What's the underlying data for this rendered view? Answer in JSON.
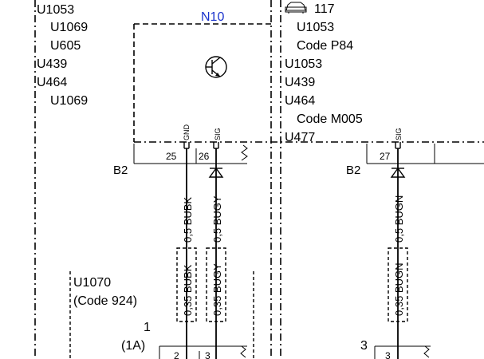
{
  "left_codes": [
    "U1053",
    "U1069",
    "U605",
    "U439",
    "U464",
    "U1069"
  ],
  "component": {
    "name": "N10",
    "name_color": "#1a33cc"
  },
  "right_header": {
    "icon": "car-icon",
    "number": "117"
  },
  "right_codes": [
    "U1053",
    "Code P84",
    "U1053",
    "U439",
    "U464",
    "Code M005",
    "U477"
  ],
  "connectors": {
    "left_connector": "B2",
    "right_connector": "B2",
    "pin_25": "25",
    "pin_26": "26",
    "pin_27": "27",
    "pin_gnd_label": "GND",
    "pin_sig_label": "SIG",
    "pin_sig_label_right": "SIG"
  },
  "wires": {
    "w25_upper": "0,5 BUBK",
    "w26_upper": "0,5 BUGY",
    "w27_upper": "0,5 BUGN",
    "w25_lower": "0,35 BUBK",
    "w26_lower": "0,35 BUGY",
    "w27_lower": "0,35 BUGN"
  },
  "bottom_left_codes": [
    "U1070",
    "(Code 924)"
  ],
  "bottom": {
    "conn_num_left": "1",
    "conn_sub_left": "(1A)",
    "pin_2": "2",
    "pin_3_left": "3",
    "conn_num_right": "3",
    "pin_3_right": "3"
  }
}
